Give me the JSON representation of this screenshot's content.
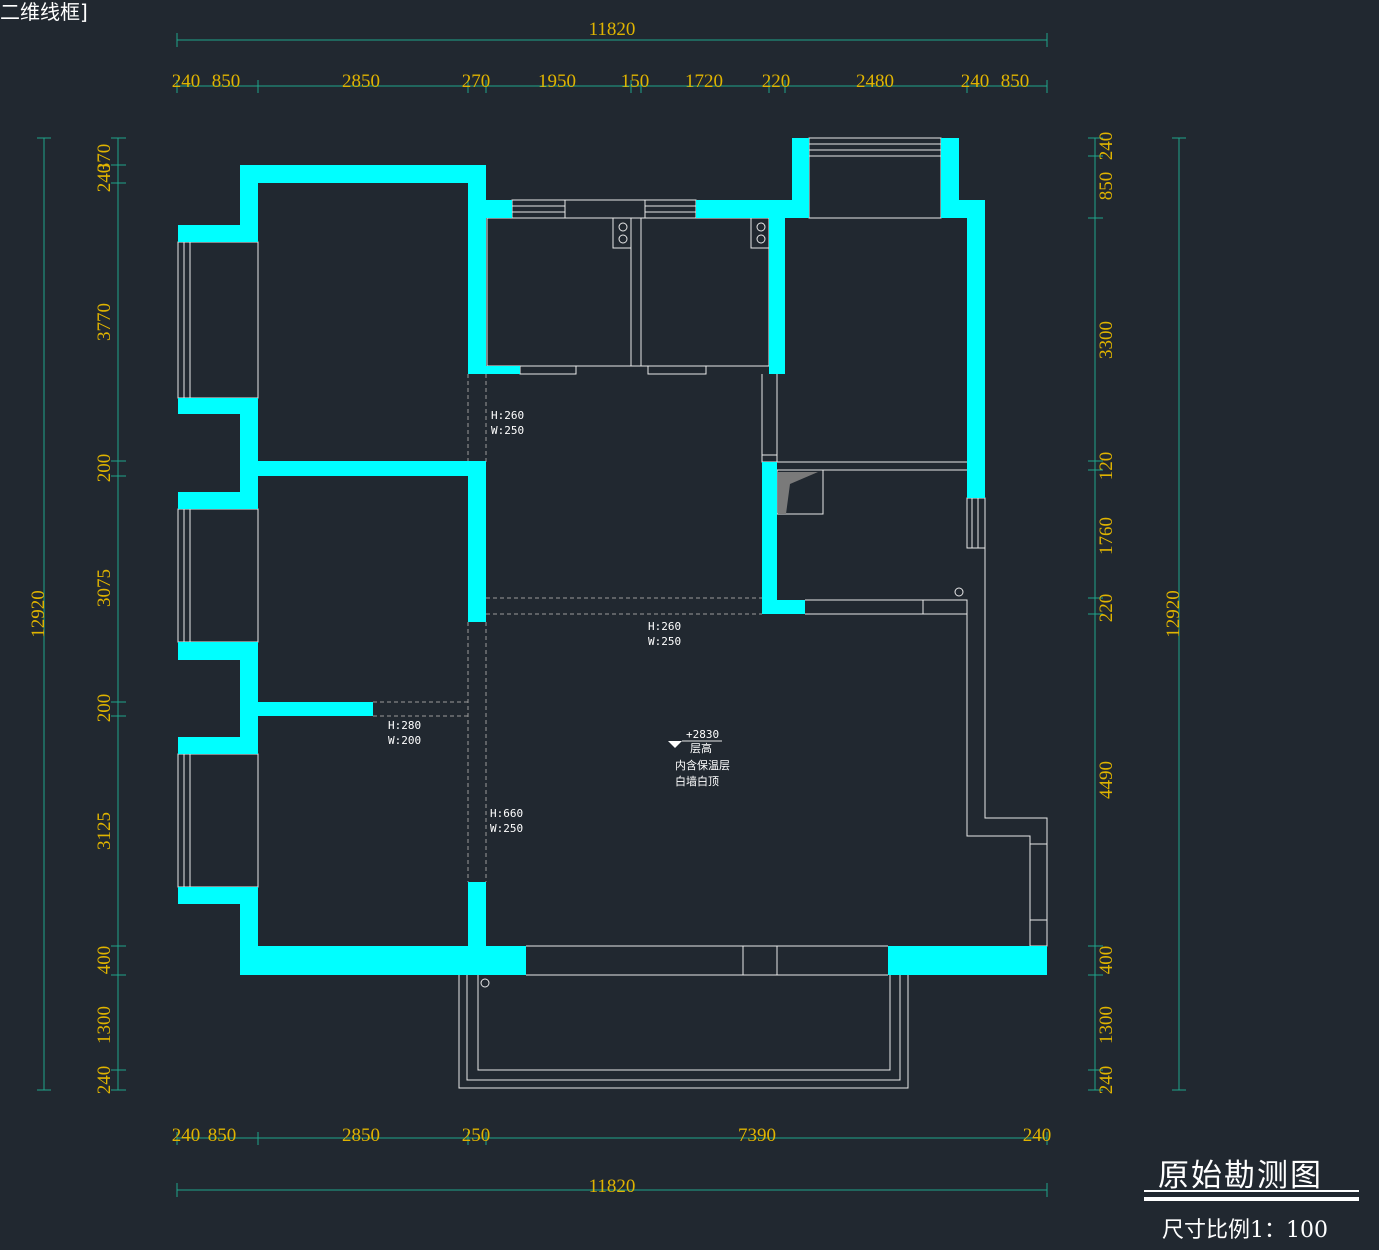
{
  "corner_label": "二维线框]",
  "title": {
    "main": "原始勘测图",
    "scale": "尺寸比例1：100"
  },
  "colors": {
    "background": "#212830",
    "wall": "#00ffff",
    "dimension_text": "#e0b400",
    "dimension_line": "#1ea58a",
    "line": "#e8e8e8"
  },
  "dims": {
    "top_total": "11820",
    "top": [
      "240",
      "850",
      "2850",
      "270",
      "1950",
      "150",
      "1720",
      "220",
      "2480",
      "240",
      "850"
    ],
    "bottom": [
      "240",
      "850",
      "2850",
      "250",
      "7390",
      "240"
    ],
    "bottom_total": "11820",
    "left_total": "12920",
    "left": [
      "240",
      "370",
      "3770",
      "200",
      "3075",
      "200",
      "3125",
      "400",
      "1300",
      "240"
    ],
    "right_total": "12920",
    "right": [
      "240",
      "850",
      "3300",
      "120",
      "1760",
      "220",
      "4490",
      "400",
      "1300",
      "240"
    ]
  },
  "openings": [
    {
      "h": "H:260",
      "w": "W:250"
    },
    {
      "h": "H:260",
      "w": "W:250"
    },
    {
      "h": "H:280",
      "w": "W:200"
    },
    {
      "h": "H:660",
      "w": "W:250"
    }
  ],
  "level_note": {
    "elevation": "+2830",
    "line1": "层高",
    "line2": "内含保温层",
    "line3": "白墙白顶"
  }
}
